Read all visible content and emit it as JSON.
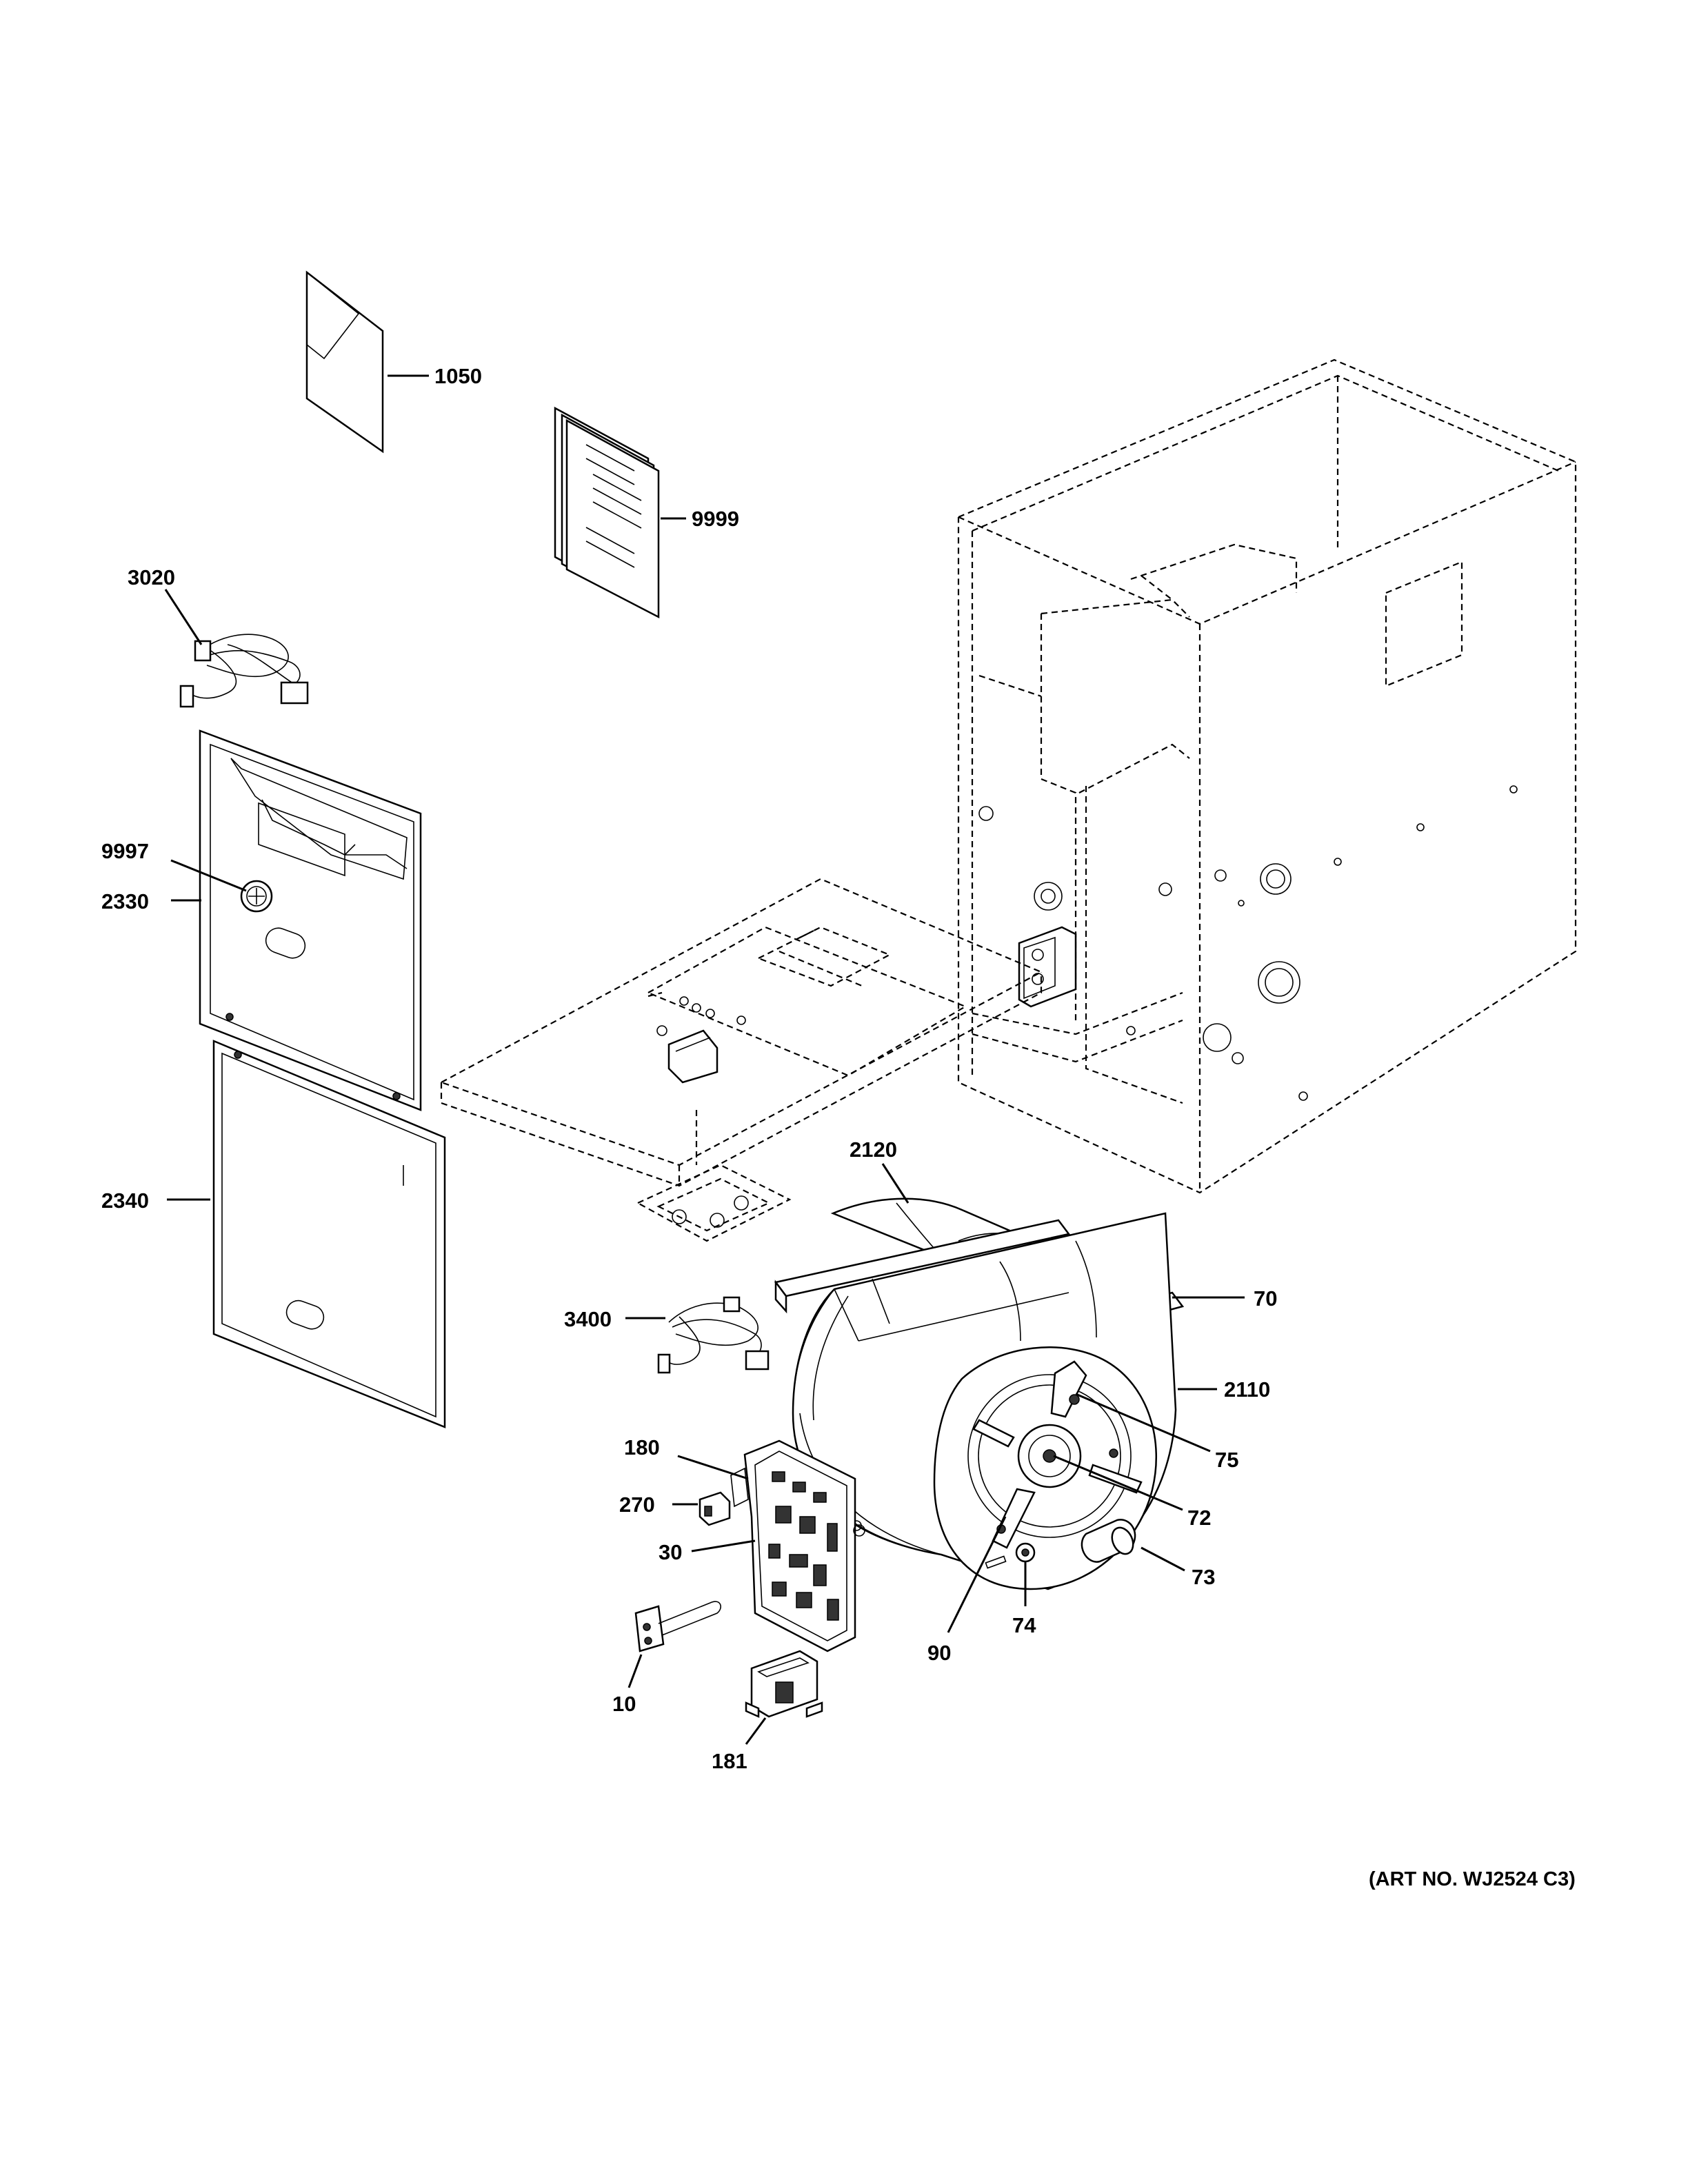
{
  "diagram": {
    "type": "exploded parts diagram",
    "callouts": {
      "p1050": "1050",
      "p9999": "9999",
      "p3020": "3020",
      "p9997": "9997",
      "p2330": "2330",
      "p2340": "2340",
      "p2120": "2120",
      "p3400": "3400",
      "p70": "70",
      "p2110": "2110",
      "p75": "75",
      "p180": "180",
      "p72": "72",
      "p270": "270",
      "p73": "73",
      "p30": "30",
      "p74": "74",
      "p90": "90",
      "p10": "10",
      "p181": "181"
    },
    "art_number": "(ART NO. WJ2524 C3)"
  }
}
